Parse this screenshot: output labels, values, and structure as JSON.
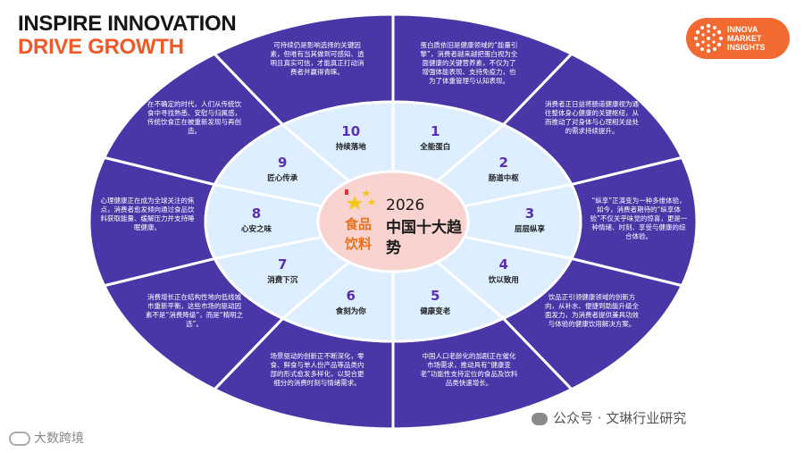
{
  "header": {
    "line1": "INSPIRE INNOVATION",
    "line2": "DRIVE GROWTH"
  },
  "logo": {
    "icon": "circle-dots-icon",
    "line1": "INNOVA",
    "line2": "MARKET",
    "line3": "INSIGHTS",
    "color": "#f26a32"
  },
  "center": {
    "year": "2026",
    "title": "中国十大趋势",
    "category": "食品饮料",
    "icon": "stars-icon"
  },
  "colors": {
    "outer": "#4b36a8",
    "inner": "#dceeff",
    "center": "#f9d3cf",
    "number": "#5a2fb1"
  },
  "trends": [
    {
      "num": "1",
      "label": "全能蛋白",
      "desc": "蛋白质依旧是健康领域的“能量引擎”，消费者越来越把蛋白视为全面健康的关键营养素，不仅为了增强体能表现、支持免疫力，也为了体重管理与认知表现。"
    },
    {
      "num": "2",
      "label": "肠道中枢",
      "desc": "消费者正日益将肠道健康视为通往整体身心健康的关键枢纽，从而推动了对身体与心理相关益处的需求持续提升。"
    },
    {
      "num": "3",
      "label": "层层纵享",
      "desc": "“纵享”正演变为一种多维体验，如今，消费者期待的“纵享体验”不仅关乎味觉的惊喜，更是一种情绪、时刻、享受与健康的综合体验。"
    },
    {
      "num": "4",
      "label": "饮以致用",
      "desc": "饮品正引领健康领域的创新方向，从补水、便捷到助能升级全面发力，为消费者提供兼具功效与体验的健康饮用解决方案。"
    },
    {
      "num": "5",
      "label": "健康变老",
      "desc": "中国人口老龄化的加剧正在催化市场需求，推动具有“健康变老”功能性支持定位的食品及饮料品类快速增长。"
    },
    {
      "num": "6",
      "label": "食刻为你",
      "desc": "场景驱动的创新正不断深化，零食、鲜食与单人份产品等品类内部的形式愈发多样化，以契合更细分的消费时刻与情绪需求。"
    },
    {
      "num": "7",
      "label": "消费下沉",
      "desc": "消费增长正在结构性地向低线城市重新平衡，这些市场的驱动因素不是“消费降级”，而是“精明之选”。"
    },
    {
      "num": "8",
      "label": "心安之味",
      "desc": "心理健康正在成为全球关注的焦点，消费者愈发倾向通过食品饮料获取能量、缓解压力并支持睡眠健康。"
    },
    {
      "num": "9",
      "label": "匠心传承",
      "desc": "在不确定的时代，人们从传统饮食中寻找熟悉、安慰与归属感，传统饮食正在被重新发现与再创造。"
    },
    {
      "num": "10",
      "label": "持续落地",
      "desc": "可持续仍是影响选择的关键因素，但唯有当其做到可感知、透明且真实可信，才能真正打动消费者并赢得青睐。"
    }
  ],
  "watermarks": {
    "right": "公众号 · 文琳行业研究",
    "left": "大数跨境"
  }
}
